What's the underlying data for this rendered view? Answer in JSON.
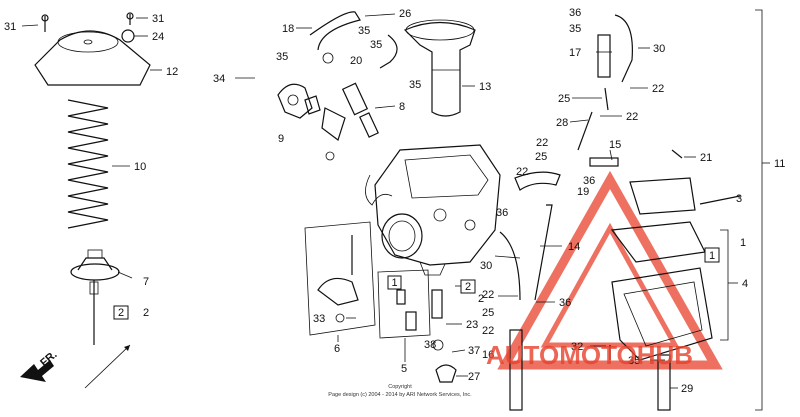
{
  "diagram": {
    "callouts": [
      "31",
      "31",
      "24",
      "12",
      "10",
      "7",
      "2",
      "34",
      "35",
      "9",
      "18",
      "26",
      "35",
      "35",
      "20",
      "35",
      "8",
      "13",
      "36",
      "35",
      "17",
      "30",
      "22",
      "25",
      "28",
      "22",
      "22",
      "15",
      "25",
      "22",
      "36",
      "19",
      "21",
      "11",
      "3",
      "36",
      "14",
      "30",
      "1",
      "4",
      "2",
      "33",
      "6",
      "5",
      "23",
      "22",
      "25",
      "22",
      "36",
      "38",
      "37",
      "16",
      "27",
      "32",
      "35",
      "29"
    ],
    "boxed_callouts": [
      "1",
      "2",
      "1",
      "2"
    ],
    "direction_label": "FR.",
    "copyright_line1": "Copyright",
    "copyright_line2": "Page design (c) 2004 - 2014 by ARI Network Services, Inc."
  },
  "watermark": {
    "text": "AUTOMOTOHUB",
    "color_primary": "#e8412c",
    "color_secondary": "#b3b3b3"
  }
}
